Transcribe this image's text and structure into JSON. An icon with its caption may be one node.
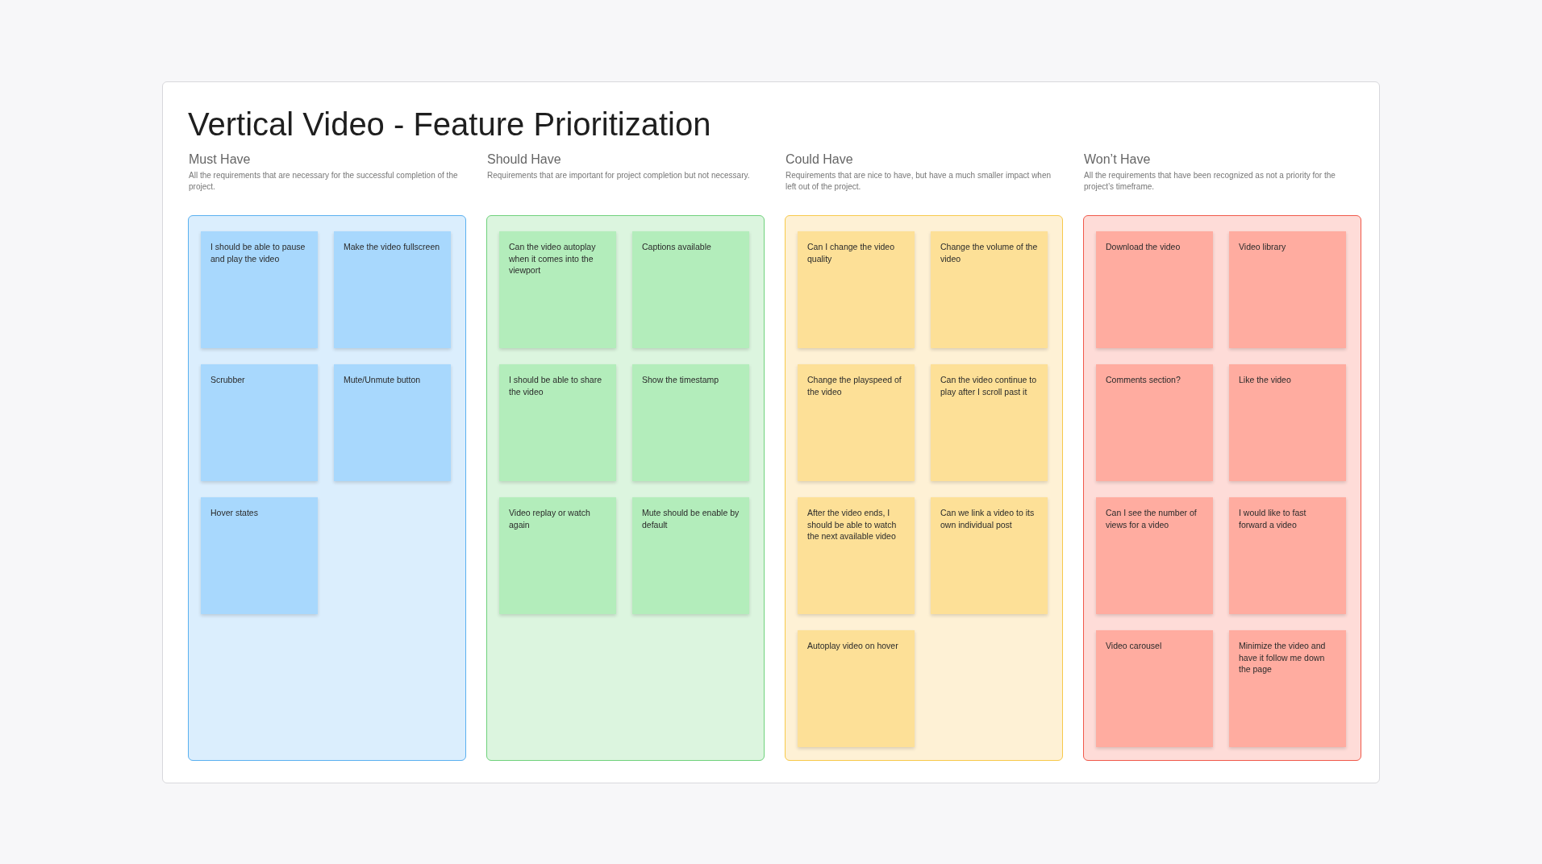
{
  "diagram": {
    "title": "Vertical Video - Feature Prioritization",
    "nodes": [
      {
        "text": [
          "Must Have",
          "All the requirements that are necessary for the successful completion of the project."
        ]
      },
      {
        "text": [
          "I should be able to pause and play the video"
        ],
        "in": 0
      },
      {
        "text": [
          "Make the video fullscreen"
        ],
        "in": 0
      },
      {
        "text": [
          "Scrubber"
        ],
        "in": 0
      },
      {
        "text": [
          "Mute/Unmute button"
        ],
        "in": 0
      },
      {
        "text": [
          "Hover states"
        ],
        "in": 0
      },
      {
        "text": [
          "Should Have",
          "Requirements that are important for project completion but not necessary."
        ]
      },
      {
        "text": [
          "Can the video autoplay when it comes into the viewport"
        ],
        "in": 6
      },
      {
        "text": [
          "Captions available"
        ],
        "in": 6
      },
      {
        "text": [
          "I should be able to share the video"
        ],
        "in": 6
      },
      {
        "text": [
          "Show the timestamp"
        ],
        "in": 6
      },
      {
        "text": [
          "Video replay or watch again"
        ],
        "in": 6
      },
      {
        "text": [
          "Mute should be enable by default"
        ],
        "in": 6
      },
      {
        "text": [
          "Could Have",
          "Requirements that are nice to have, but have a much smaller impact when left out of the project."
        ]
      },
      {
        "text": [
          "Can I change the video quality"
        ],
        "in": 13
      },
      {
        "text": [
          "Change the volume of the video"
        ],
        "in": 13
      },
      {
        "text": [
          "Change the playspeed of the video"
        ],
        "in": 13
      },
      {
        "text": [
          "Can the video continue to play after I scroll past it"
        ],
        "in": 13
      },
      {
        "text": [
          "After the video ends, I should be able to watch the next available video"
        ],
        "in": 13
      },
      {
        "text": [
          "Can we link a video to its own individual post"
        ],
        "in": 13
      },
      {
        "text": [
          "Autoplay video on hover"
        ],
        "in": 13
      },
      {
        "text": [
          "Won’t Have",
          "All the requirements that have been recognized as not a priority for the project’s timeframe."
        ]
      },
      {
        "text": [
          "Download the video"
        ],
        "in": 21
      },
      {
        "text": [
          "Video library"
        ],
        "in": 21
      },
      {
        "text": [
          "Comments section?"
        ],
        "in": 21
      },
      {
        "text": [
          "Like the video"
        ],
        "in": 21
      },
      {
        "text": [
          "Can I see the number of views for a video"
        ],
        "in": 21
      },
      {
        "text": [
          "I would like to fast forward a video"
        ],
        "in": 21
      },
      {
        "text": [
          "Video carousel"
        ],
        "in": 21
      },
      {
        "text": [
          "Minimize the video and have it follow me down the page"
        ],
        "in": 21
      }
    ]
  }
}
